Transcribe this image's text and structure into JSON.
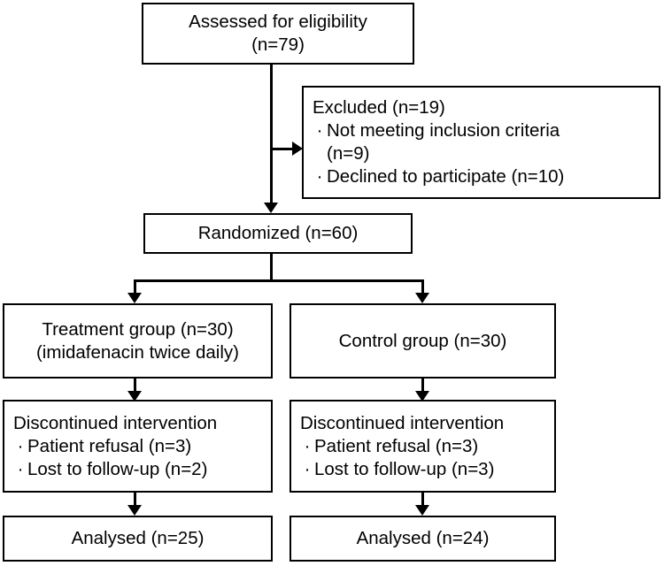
{
  "diagram": {
    "type": "consort-flow-diagram",
    "nodes": {
      "assessed": {
        "line1": "Assessed for eligibility",
        "line2": "(n=79)"
      },
      "excluded": {
        "title": "Excluded (n=19)",
        "bullet_marker": "·",
        "item1": "Not meeting inclusion criteria",
        "item1_cont": "(n=9)",
        "item2": "Declined to participate (n=10)"
      },
      "randomized": {
        "label": "Randomized (n=60)"
      },
      "treatment_group": {
        "line1": "Treatment group (n=30)",
        "line2": "(imidafenacin twice daily)"
      },
      "control_group": {
        "line1": "Control group (n=30)"
      },
      "discontinued_left": {
        "title": "Discontinued intervention",
        "bullet_marker": "·",
        "item1": "Patient refusal (n=3)",
        "item2": "Lost to follow-up (n=2)"
      },
      "discontinued_right": {
        "title": "Discontinued intervention",
        "bullet_marker": "·",
        "item1": "Patient refusal (n=3)",
        "item2": "Lost to follow-up (n=3)"
      },
      "analysed_left": {
        "label": "Analysed (n=25)"
      },
      "analysed_right": {
        "label": "Analysed (n=24)"
      }
    },
    "colors": {
      "border": "#000000",
      "text": "#000000",
      "background": "#ffffff",
      "connector": "#000000"
    }
  }
}
